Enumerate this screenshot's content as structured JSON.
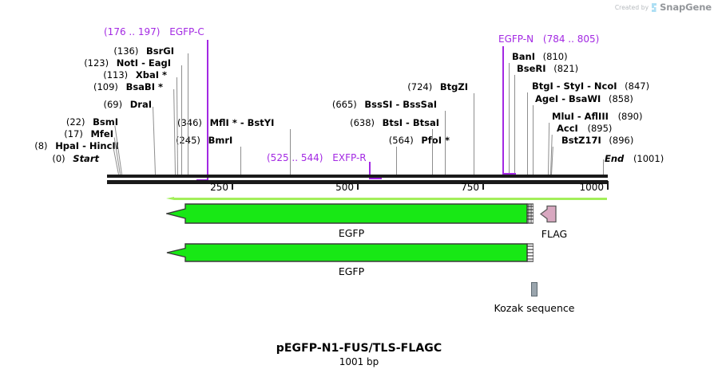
{
  "watermark": {
    "created_by": "Created by",
    "brand": "SnapGene",
    "logo_icon": "snapgene-logo-icon"
  },
  "title": {
    "name": "pEGFP-N1-FUS/TLS-FLAGC",
    "length": "1001 bp"
  },
  "sequence": {
    "length_bp": 1001,
    "start_label": "Start",
    "start_pos": "(0)",
    "end_label": "End",
    "end_pos": "(1001)"
  },
  "ruler": {
    "ticks": [
      "250",
      "500",
      "750",
      "1000"
    ],
    "tick_values": [
      250,
      500,
      750,
      1000
    ]
  },
  "colors": {
    "primer": "#a329e3",
    "feature_green": "#18e815",
    "feature_green_light": "#a2ef5a",
    "feature_pink": "#d8a8c0",
    "kozak_gray": "#9aa5ad",
    "backbone": "#1a1a1a",
    "leader": "#8e8e8e"
  },
  "enzyme_sites": [
    {
      "pos": "(8)",
      "name": "HpaI  -  HincII",
      "value": 8,
      "star": false
    },
    {
      "pos": "(17)",
      "name": "MfeI",
      "value": 17,
      "star": false
    },
    {
      "pos": "(22)",
      "name": "BsmI",
      "value": 22,
      "star": false
    },
    {
      "pos": "(69)",
      "name": "DraI",
      "value": 69,
      "star": false
    },
    {
      "pos": "(109)",
      "name": "BsaBI *",
      "value": 109,
      "star": true
    },
    {
      "pos": "(113)",
      "name": "XbaI *",
      "value": 113,
      "star": true
    },
    {
      "pos": "(123)",
      "name": "NotI  -  EagI",
      "value": 123,
      "star": false
    },
    {
      "pos": "(136)",
      "name": "BsrGI",
      "value": 136,
      "star": false
    },
    {
      "pos": "(245)",
      "name": "BmrI",
      "value": 245,
      "star": false
    },
    {
      "pos": "(346)",
      "name": "MflI *  -  BstYI",
      "value": 346,
      "star": true
    },
    {
      "pos": "(564)",
      "name": "PfoI *",
      "value": 564,
      "star": true
    },
    {
      "pos": "(638)",
      "name": "BtsI  -  BtsaI",
      "value": 638,
      "star": false
    },
    {
      "pos": "(665)",
      "name": "BssSI  -  BssSaI",
      "value": 665,
      "star": false
    },
    {
      "pos": "(724)",
      "name": "BtgZI",
      "value": 724,
      "star": false
    },
    {
      "pos": "(810)",
      "name": "BanI",
      "value": 810,
      "star": false
    },
    {
      "pos": "(821)",
      "name": "BseRI",
      "value": 821,
      "star": false
    },
    {
      "pos": "(847)",
      "name": "BtgI  -  StyI  -  NcoI",
      "value": 847,
      "star": false
    },
    {
      "pos": "(858)",
      "name": "AgeI  -  BsaWI",
      "value": 858,
      "star": false
    },
    {
      "pos": "(890)",
      "name": "MluI  -  AflIII",
      "value": 890,
      "star": false
    },
    {
      "pos": "(895)",
      "name": "AccI",
      "value": 895,
      "star": false
    },
    {
      "pos": "(896)",
      "name": "BstZ17I",
      "value": 896,
      "star": false
    }
  ],
  "primers": [
    {
      "name": "EGFP-C",
      "range": "(176 .. 197)",
      "start": 176,
      "end": 197
    },
    {
      "name": "EXFP-R",
      "range": "(525 .. 544)",
      "start": 525,
      "end": 544
    },
    {
      "name": "EGFP-N",
      "range": "(784 .. 805)",
      "start": 784,
      "end": 805
    }
  ],
  "features": [
    {
      "name": "EGFP",
      "kind": "thin-arrow",
      "direction": "left"
    },
    {
      "name": "EGFP",
      "kind": "block-arrow",
      "direction": "left"
    },
    {
      "name": "EGFP",
      "kind": "block-arrow",
      "direction": "left"
    },
    {
      "name": "FLAG",
      "kind": "block-arrow",
      "direction": "left"
    },
    {
      "name": "Kozak sequence",
      "kind": "box",
      "direction": "none"
    }
  ]
}
